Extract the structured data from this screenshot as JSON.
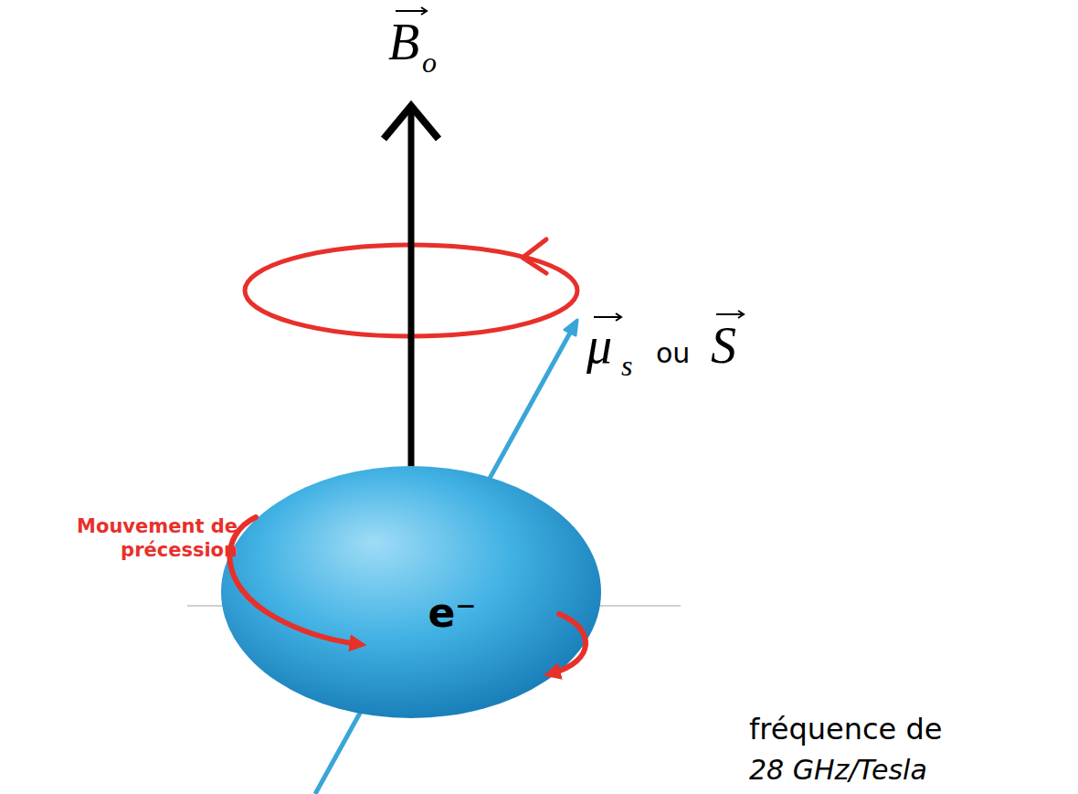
{
  "diagram": {
    "nodes": [
      {
        "text": [
          "e⁻"
        ]
      }
    ],
    "labels": [
      "B",
      "o",
      "μ",
      "s",
      "ou",
      "S",
      "Mouvement de précession",
      "fréquence de",
      "28 GHz/Tesla"
    ]
  }
}
